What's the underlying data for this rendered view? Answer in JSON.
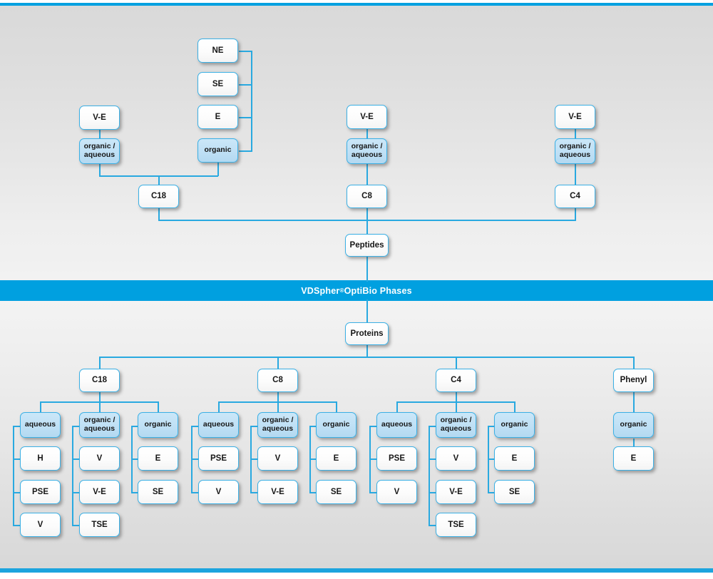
{
  "banner": {
    "brand": "VDSpher",
    "registered": "®",
    "suffix": " OptiBio Phases"
  },
  "diagram": {
    "type": "hierarchy-flowchart",
    "peptides_root": "Peptides",
    "proteins_root": "Proteins"
  },
  "peptides": {
    "root_label": "Peptides",
    "columns": [
      {
        "phase": "C18",
        "groups": [
          {
            "modifier": "organic / aqueous",
            "modifier_line1": "organic /",
            "modifier_line2": "aqueous",
            "parent": "V-E",
            "items": [
              "V-E"
            ]
          },
          {
            "modifier": "organic",
            "items": [
              "NE",
              "SE",
              "E"
            ]
          }
        ]
      },
      {
        "phase": "C8",
        "groups": [
          {
            "modifier": "organic / aqueous",
            "modifier_line1": "organic /",
            "modifier_line2": "aqueous",
            "parent": "V-E",
            "items": [
              "V-E"
            ]
          }
        ]
      },
      {
        "phase": "C4",
        "groups": [
          {
            "modifier": "organic / aqueous",
            "modifier_line1": "organic /",
            "modifier_line2": "aqueous",
            "parent": "V-E",
            "items": [
              "V-E"
            ]
          }
        ]
      }
    ]
  },
  "proteins": {
    "root_label": "Proteins",
    "columns": [
      {
        "phase": "C18",
        "groups": [
          {
            "modifier": "aqueous",
            "items": [
              "H",
              "PSE",
              "V"
            ]
          },
          {
            "modifier": "organic / aqueous",
            "modifier_line1": "organic /",
            "modifier_line2": "aqueous",
            "items": [
              "V",
              "V-E",
              "TSE"
            ]
          },
          {
            "modifier": "organic",
            "items": [
              "E",
              "SE"
            ]
          }
        ]
      },
      {
        "phase": "C8",
        "groups": [
          {
            "modifier": "aqueous",
            "items": [
              "PSE",
              "V"
            ]
          },
          {
            "modifier": "organic / aqueous",
            "modifier_line1": "organic /",
            "modifier_line2": "aqueous",
            "items": [
              "V",
              "V-E"
            ]
          },
          {
            "modifier": "organic",
            "items": [
              "E",
              "SE"
            ]
          }
        ]
      },
      {
        "phase": "C4",
        "groups": [
          {
            "modifier": "aqueous",
            "items": [
              "PSE",
              "V"
            ]
          },
          {
            "modifier": "organic / aqueous",
            "modifier_line1": "organic /",
            "modifier_line2": "aqueous",
            "items": [
              "V",
              "V-E",
              "TSE"
            ]
          },
          {
            "modifier": "organic",
            "items": [
              "E",
              "SE"
            ]
          }
        ]
      },
      {
        "phase": "Phenyl",
        "groups": [
          {
            "modifier": "organic",
            "items": [
              "E"
            ]
          }
        ]
      }
    ]
  },
  "labels": {
    "ne": "NE",
    "se": "SE",
    "e": "E",
    "h": "H",
    "v": "V",
    "ve": "V-E",
    "pse": "PSE",
    "tse": "TSE",
    "organic": "organic",
    "aqueous": "aqueous",
    "organic_slash": "organic /",
    "aqueous_l2": "aqueous",
    "c18": "C18",
    "c8": "C8",
    "c4": "C4",
    "phenyl": "Phenyl",
    "peptides": "Peptides",
    "proteins": "Proteins"
  },
  "colors": {
    "accent": "#00A0E0",
    "line": "#29A9E0",
    "node_border": "#3BB0E5",
    "node_white": "#ffffff",
    "node_blue": "#bfe0f5",
    "text": "#161616",
    "banner_text": "#ffffff"
  }
}
